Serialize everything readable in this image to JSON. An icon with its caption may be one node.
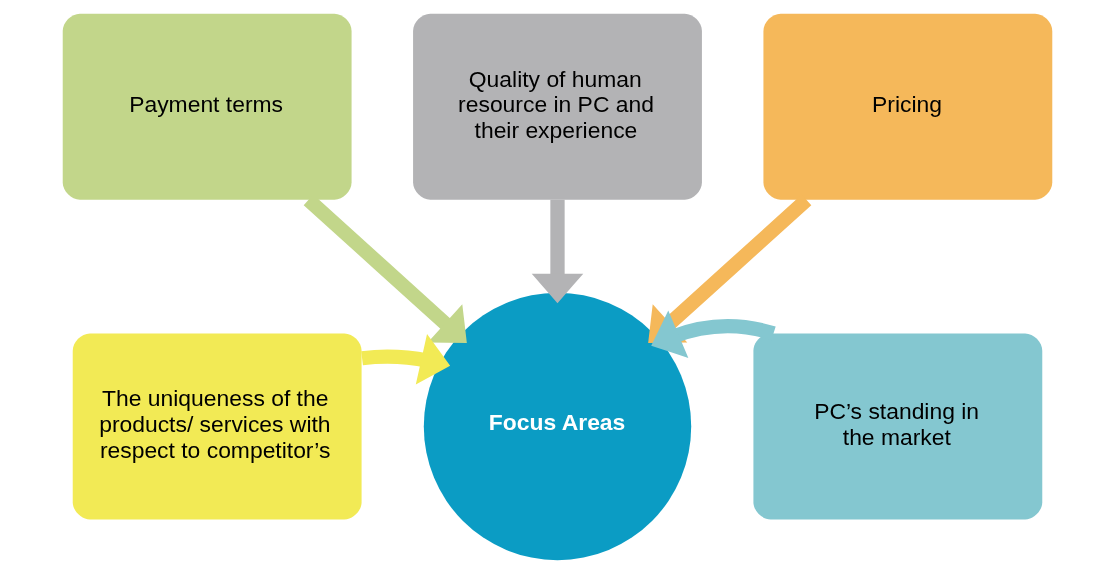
{
  "diagram": {
    "nodes": [
      {
        "text": [
          "Payment terms"
        ]
      },
      {
        "text": [
          "Quality of human resource in PC and their experience"
        ]
      },
      {
        "text": [
          "Pricing"
        ]
      },
      {
        "text": [
          "The uniqueness of the products/ services with respect to competitor’s"
        ]
      },
      {
        "text": [
          "Focus Areas"
        ]
      },
      {
        "text": [
          "PC’s standing in the market"
        ]
      }
    ],
    "edges": [
      {
        "from": 0,
        "to": 4,
        "arrow": "to",
        "color": "#c2d68a"
      },
      {
        "from": 1,
        "to": 4,
        "arrow": "to",
        "color": "#b3b3b5"
      },
      {
        "from": 2,
        "to": 4,
        "arrow": "to",
        "color": "#f5b85a"
      },
      {
        "from": 3,
        "to": 4,
        "arrow": "to",
        "color": "#f2ea55"
      },
      {
        "from": 5,
        "to": 4,
        "arrow": "to",
        "color": "#84c7d0"
      }
    ]
  }
}
